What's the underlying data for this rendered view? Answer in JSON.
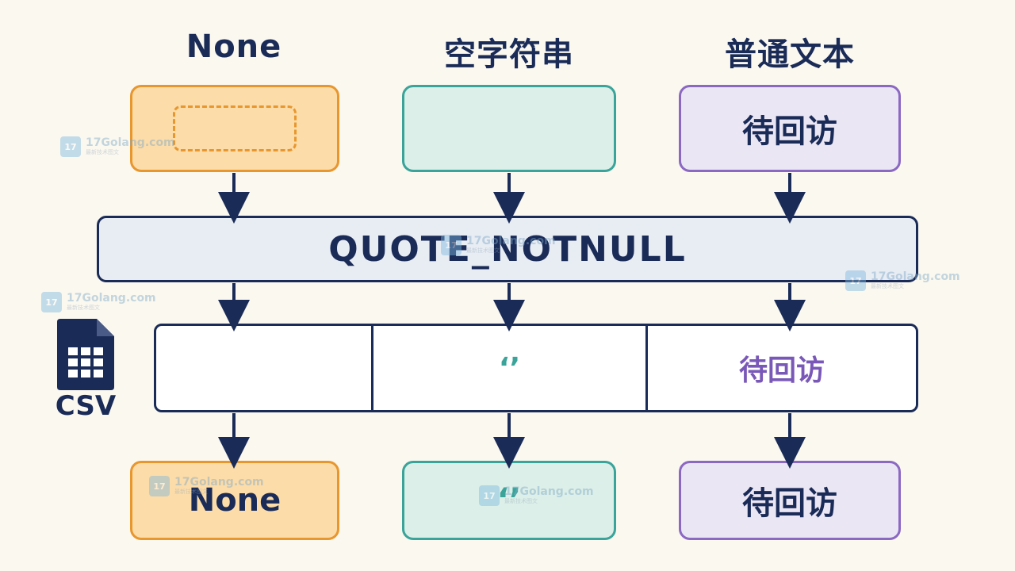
{
  "headers": [
    "None",
    "空字符串",
    "普通文本"
  ],
  "input_boxes": {
    "none_value": "",
    "empty_value": "",
    "text_value": "待回访"
  },
  "middle_label": "QUOTE_NOTNULL",
  "csv": {
    "label": "CSV",
    "cells": [
      "",
      "‘’",
      "待回访"
    ]
  },
  "outputs": [
    "None",
    "‘’",
    "待回访"
  ],
  "watermark": {
    "text": "17Golang.com",
    "sub": "最新技术图文",
    "logo": "17"
  },
  "colors": {
    "background": "#fbf8ef",
    "navy": "#1a2b57",
    "orange": "#e8962e",
    "teal": "#3aa49a",
    "purple": "#8b68c2"
  }
}
